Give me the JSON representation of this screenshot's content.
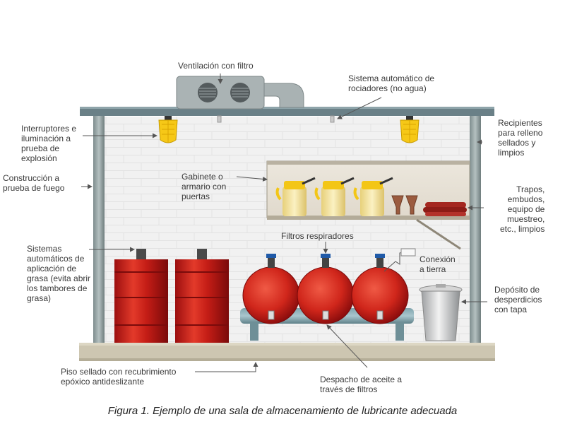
{
  "labels": {
    "ventilation": "Ventilación con filtro",
    "sprinklers": "Sistema automático de\nrociadores (no agua)",
    "switches": "Interruptores e\niluminación a\nprueba de\nexplosión",
    "containers": "Recipientes\npara relleno\nsellados y\nlimpios",
    "construction": "Construcción a\nprueba de fuego",
    "cabinet": "Gabinete o\narmario con\npuertas",
    "rags": "Trapos,\nembudos,\nequipo de\nmuestreo,\netc., limpios",
    "breathers": "Filtros respiradores",
    "ground": "Conexión\na tierra",
    "grease": "Sistemas\nautomáticos de\naplicación de\ngrasa (evita abrir\nlos tambores de\ngrasa)",
    "waste": "Depósito de\ndesperdicios\ncon tapa",
    "floor": "Piso sellado con recubrimiento\nepóxico antideslizante",
    "dispatch": "Despacho de aceite a\ntravés de filtros"
  },
  "caption": "Figura 1. Ejemplo de una sala de almacenamiento de lubricante adecuada"
}
